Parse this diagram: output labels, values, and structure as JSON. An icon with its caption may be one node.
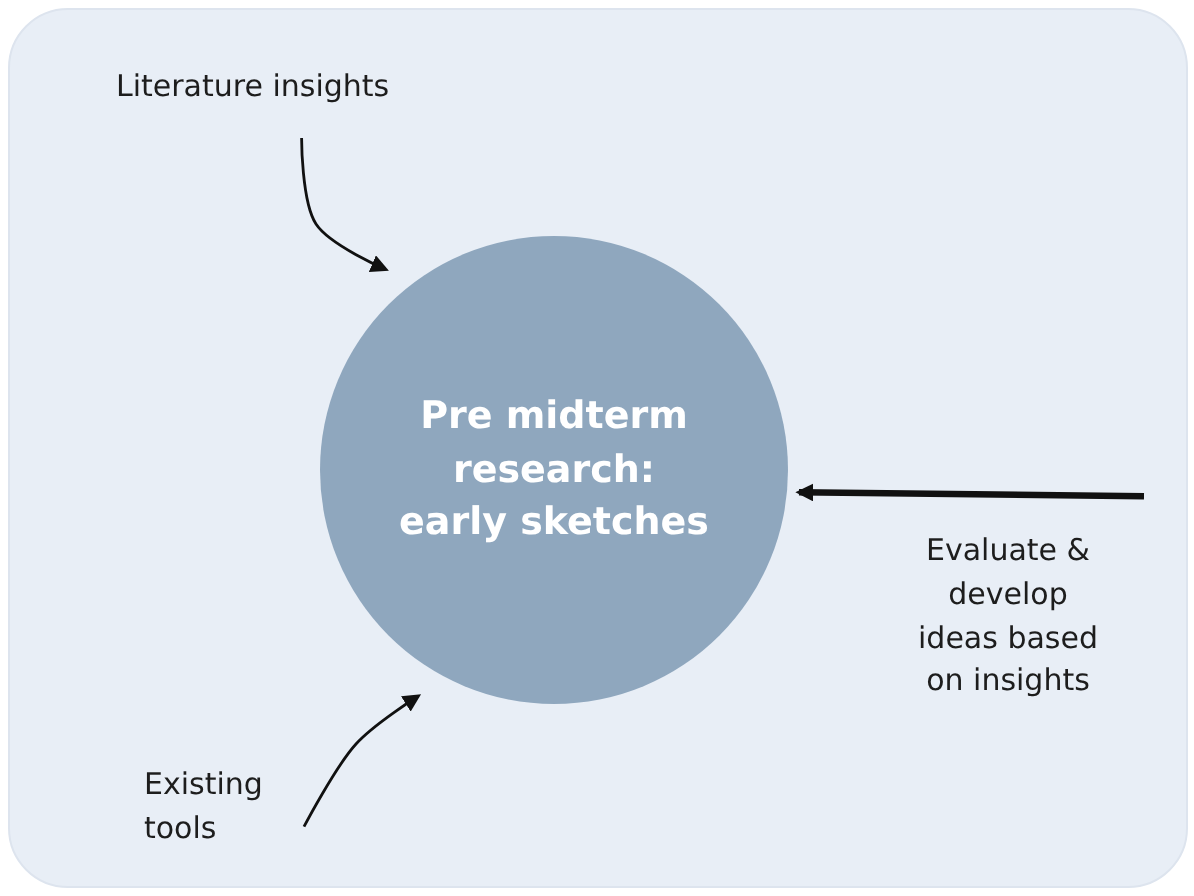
{
  "diagram": {
    "nodes": [
      {
        "text": [
          "Literature insights"
        ]
      },
      {
        "text": [
          "Pre midterm research: early sketches"
        ]
      },
      {
        "text": [
          "Evaluate & develop ideas based on insights"
        ]
      },
      {
        "text": [
          "Existing tools"
        ]
      }
    ],
    "edges": [
      {
        "from": 0,
        "to": 1,
        "arrow": "to"
      },
      {
        "from": 2,
        "to": 1,
        "arrow": "to",
        "style": "thick"
      },
      {
        "from": 3,
        "to": 1,
        "arrow": "to"
      }
    ]
  }
}
